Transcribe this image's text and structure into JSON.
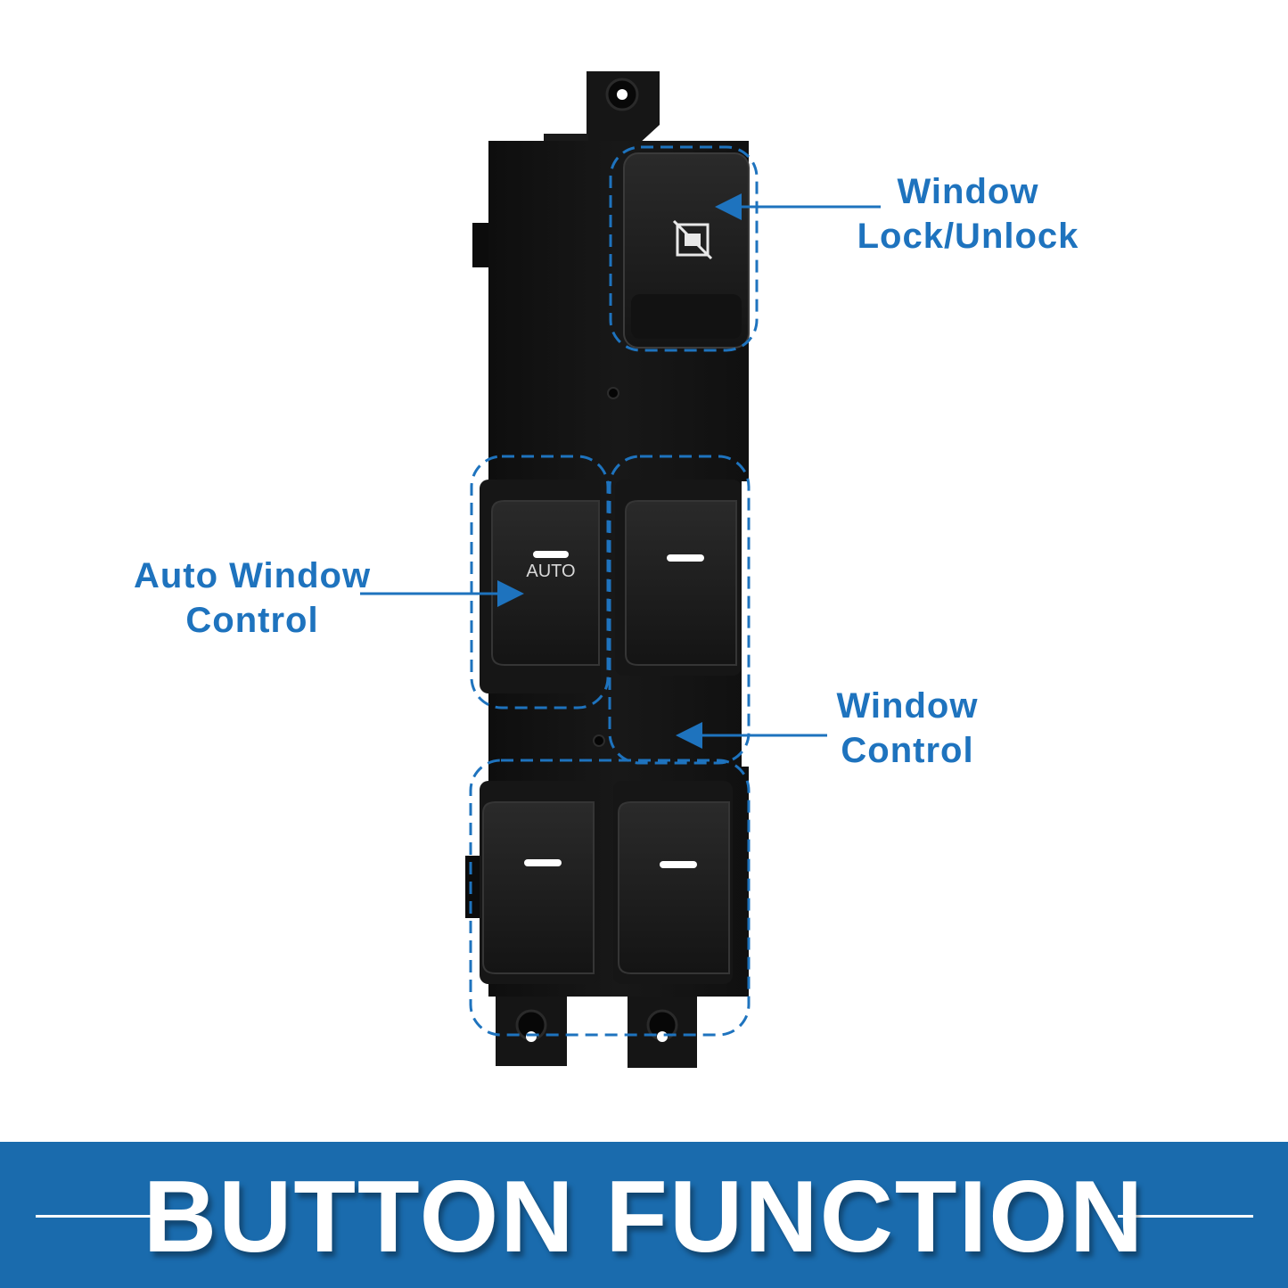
{
  "callouts": {
    "lock": {
      "line1": "Window",
      "line2": "Lock/Unlock"
    },
    "auto": {
      "line1": "Auto Window",
      "line2": "Control"
    },
    "window": {
      "line1": "Window",
      "line2": "Control"
    }
  },
  "switch_labels": {
    "auto": "AUTO"
  },
  "banner": {
    "title": "BUTTON FUNCTION"
  },
  "colors": {
    "accent": "#1e73be",
    "banner": "#1a6bad",
    "panel": "#131313",
    "button": "#1c1c1c"
  },
  "icons": [
    "window-lock-icon",
    "arrow-icon"
  ]
}
